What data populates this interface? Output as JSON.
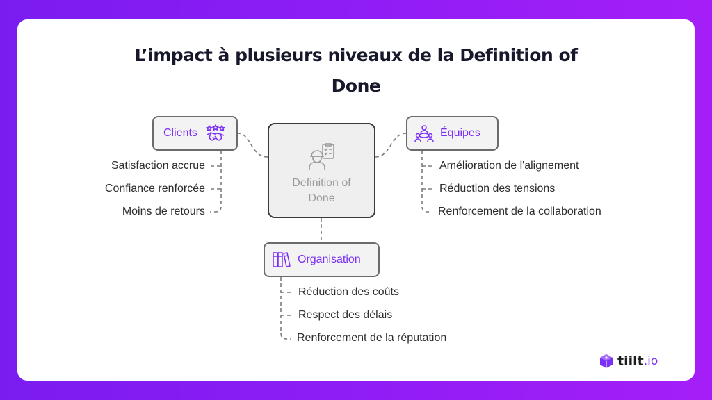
{
  "title": {
    "line1": "L’impact à plusieurs niveaux de la Definition of",
    "line2": "Done"
  },
  "center": {
    "line1": "Definition of",
    "line2": "Done",
    "icon": "worker-checklist-icon"
  },
  "clients": {
    "label": "Clients",
    "icon": "handshake-stars-icon",
    "items": [
      "Satisfaction accrue",
      "Confiance renforcée",
      "Moins de retours"
    ]
  },
  "equipes": {
    "label": "Équipes",
    "icon": "team-meeting-icon",
    "items": [
      "Amélioration de l'alignement",
      "Réduction des tensions",
      "Renforcement de la collaboration"
    ]
  },
  "organisation": {
    "label": "Organisation",
    "icon": "books-icon",
    "items": [
      "Réduction des coûts",
      "Respect des délais",
      "Renforcement de la réputation"
    ]
  },
  "brand": {
    "name": "tiilt",
    "tld": ".io",
    "accent": "#7b2ff7"
  },
  "colors": {
    "background_start": "#7a1cf0",
    "background_end": "#a51ef8",
    "accent": "#7b2ff7"
  }
}
